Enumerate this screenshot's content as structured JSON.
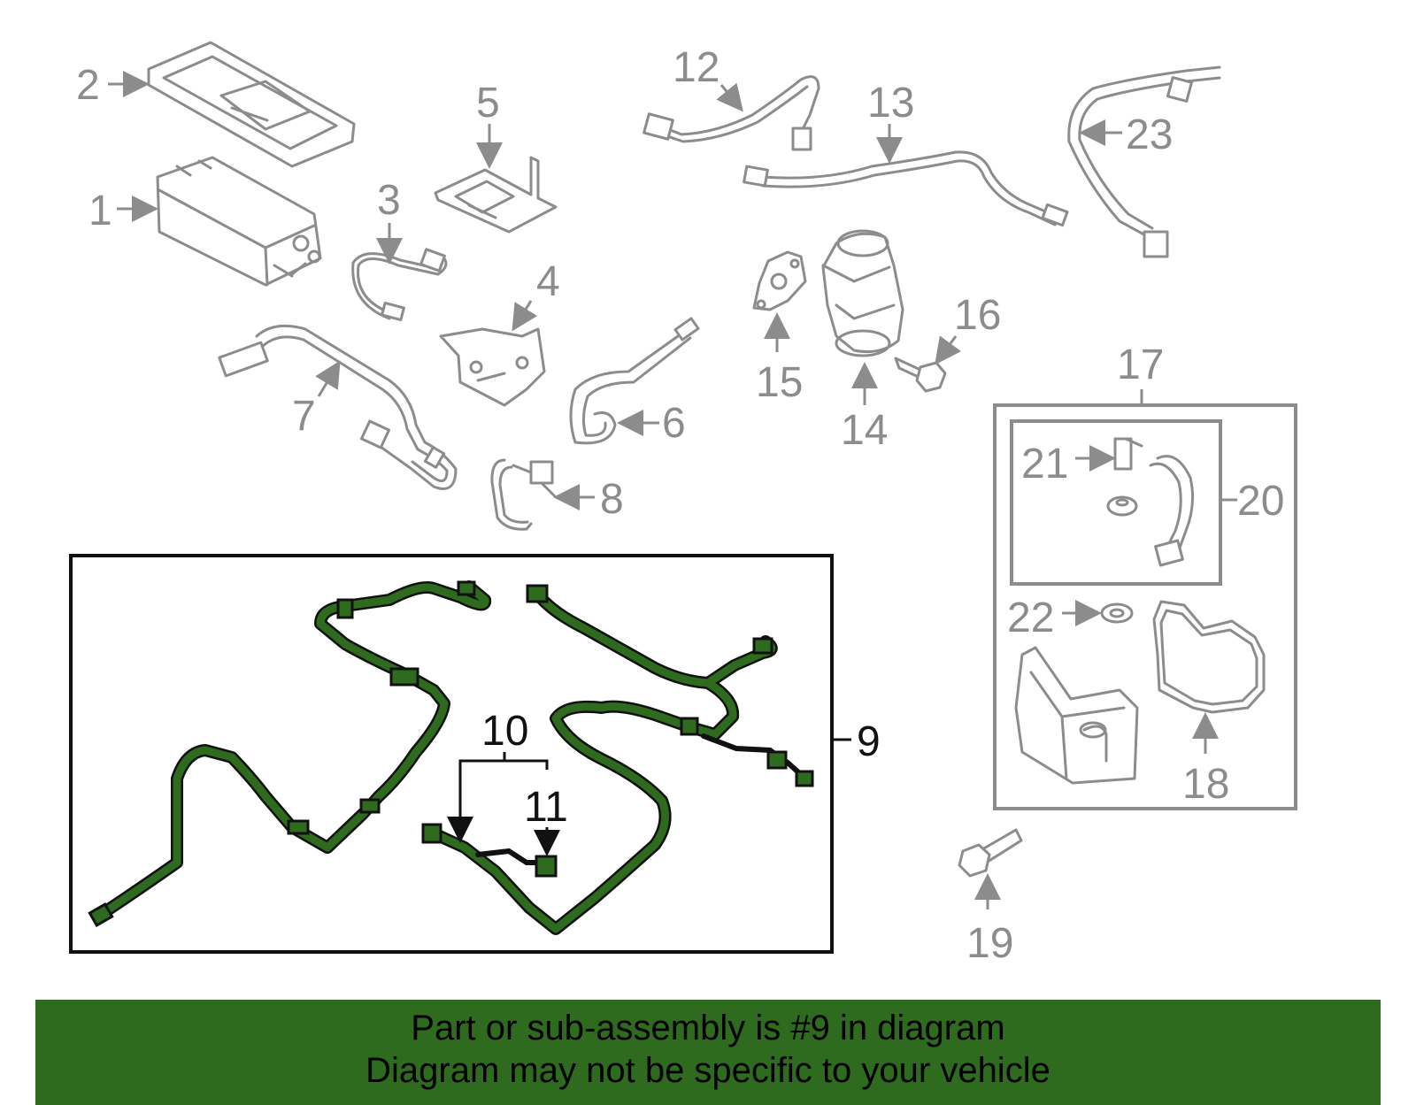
{
  "colors": {
    "highlight": "#2e6b1e",
    "banner_background": "#2e6b1e",
    "outline_gray": "#8c8c8c",
    "outline_dark": "#111111"
  },
  "callouts": {
    "c1": "1",
    "c2": "2",
    "c3": "3",
    "c4": "4",
    "c5": "5",
    "c6": "6",
    "c7": "7",
    "c8": "8",
    "c9": "9",
    "c10": "10",
    "c11": "11",
    "c12": "12",
    "c13": "13",
    "c14": "14",
    "c15": "15",
    "c16": "16",
    "c17": "17",
    "c18": "18",
    "c19": "19",
    "c20": "20",
    "c21": "21",
    "c22": "22",
    "c23": "23"
  },
  "banner": {
    "line1": "Part or sub-assembly is #9 in diagram",
    "line2": "Diagram may not be specific to your vehicle"
  }
}
